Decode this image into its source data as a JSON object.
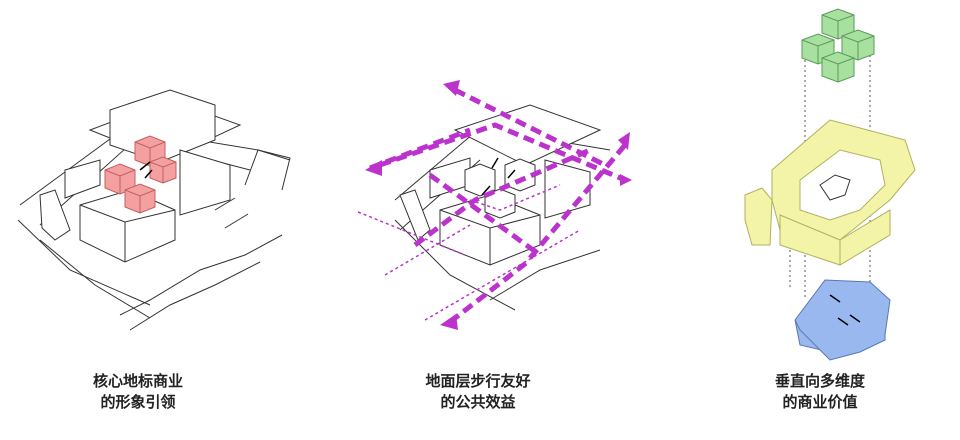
{
  "diagrams": [
    {
      "caption_line1": "核心地标商业",
      "caption_line2": "的形象引领"
    },
    {
      "caption_line1": "地面层步行友好",
      "caption_line2": "的公共效益"
    },
    {
      "caption_line1": "垂直向多维度",
      "caption_line2": "的商业价值"
    }
  ],
  "colors": {
    "landmark_red": "#f5a0a0",
    "path_purple": "#bb33cc",
    "podium_yellow": "#f4f4a8",
    "tower_green": "#a8e0a0",
    "ground_blue": "#9ab8f0",
    "line": "#333333"
  }
}
